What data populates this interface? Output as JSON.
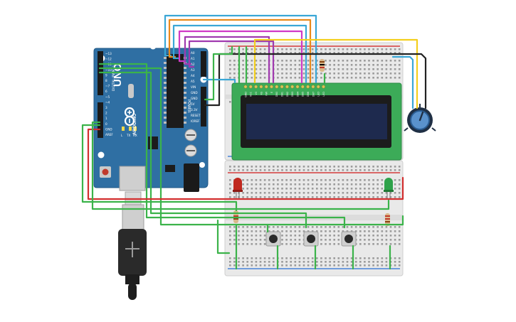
{
  "arduino": {
    "brand": "ARDUINO",
    "model": "UNO",
    "digital_label": "DIGITAL (PWM~)",
    "power_label": "POWER",
    "tx": "TX",
    "rx": "RX",
    "l": "L",
    "pins_left": [
      "~13",
      "~12",
      "~11",
      "~10",
      "9",
      "8",
      "~7",
      "6",
      "~5",
      "~4",
      "3",
      "2",
      "1",
      "0",
      "GND",
      "AREF"
    ],
    "pins_power": [
      "A0",
      "A1",
      "A2",
      "A3",
      "A4",
      "A5",
      "VIN",
      "GND",
      "GND",
      "5V",
      "3.3V",
      "RESET",
      "IOREF"
    ]
  },
  "lcd": {
    "pin_labels": [
      "GND",
      "VCC",
      "V0",
      "RS",
      "RW",
      "E",
      "DB0",
      "DB1",
      "DB2",
      "DB3",
      "DB4",
      "DB5",
      "DB6",
      "DB7",
      "LED",
      "LED"
    ]
  },
  "colors": {
    "board": "#2f6fa3",
    "breadboard": "#e9e9e9",
    "lcd_pcb": "#3cab58",
    "lcd_screen": "#1e2a4e",
    "wire_green": "#3bb34a",
    "wire_red": "#d22f2f",
    "wire_black": "#222222",
    "wire_orange": "#e98a1b",
    "wire_cyan": "#3aa7d6",
    "wire_purple": "#a03aaf",
    "wire_magenta": "#d03ac6",
    "wire_yellow": "#f3cf1d",
    "led_red": "#c0281e",
    "led_green": "#2ea24a"
  },
  "icons": [
    "usb-cable",
    "potentiometer-knob",
    "push-button",
    "resistor",
    "led",
    "reset-button",
    "power-jack"
  ]
}
